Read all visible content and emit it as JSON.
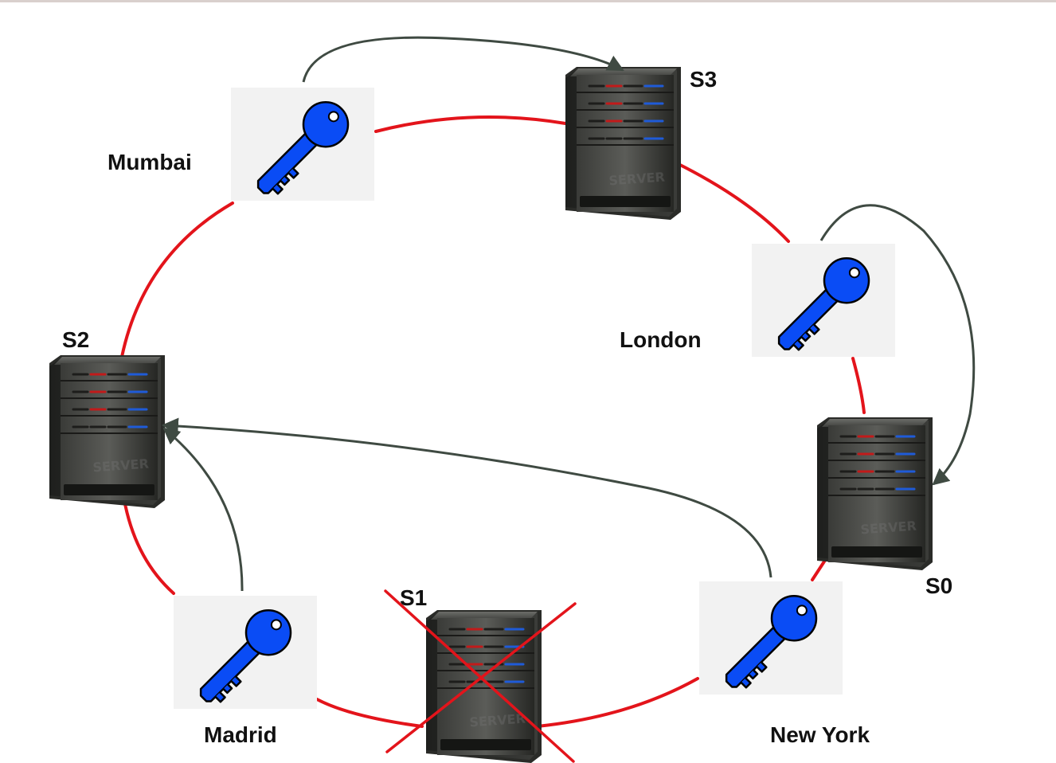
{
  "servers": [
    {
      "id": "s3",
      "label": "S3",
      "failed": false
    },
    {
      "id": "s0",
      "label": "S0",
      "failed": false
    },
    {
      "id": "s2",
      "label": "S2",
      "failed": false
    },
    {
      "id": "s1",
      "label": "S1",
      "failed": true
    }
  ],
  "keys": [
    {
      "id": "mumbai",
      "label": "Mumbai"
    },
    {
      "id": "london",
      "label": "London"
    },
    {
      "id": "madrid",
      "label": "Madrid"
    },
    {
      "id": "new-york",
      "label": "New York"
    }
  ],
  "server_face_text": "SERVER",
  "mappings": [
    {
      "key": "Mumbai",
      "server": "S3"
    },
    {
      "key": "London",
      "server": "S0"
    },
    {
      "key": "Madrid",
      "server": "S2"
    },
    {
      "key": "New York",
      "server": "S2"
    }
  ],
  "colors": {
    "ring": "#e3141b",
    "key": "#0a4cf5",
    "arrow": "#3f4a42",
    "cross": "#e3141b",
    "key_tile": "#f2f2f2"
  }
}
